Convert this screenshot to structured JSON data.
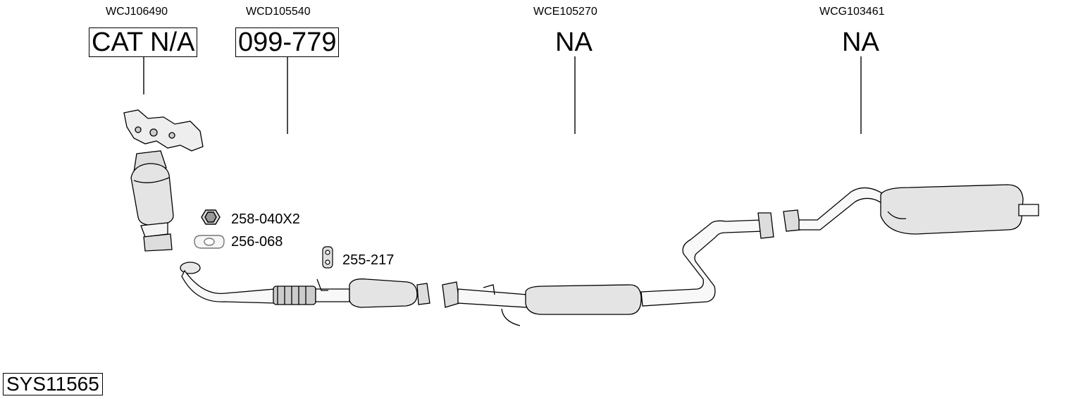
{
  "part_numbers": {
    "p1": "WCJ106490",
    "p2": "WCD105540",
    "p3": "WCE105270",
    "p4": "WCG103461"
  },
  "labels": {
    "l1": "CAT N/A",
    "l2": "099-779",
    "l3": "NA",
    "l4": "NA"
  },
  "hardware": {
    "nut": "258-040X2",
    "gasket": "256-068",
    "mount": "255-217"
  },
  "system_id": "SYS11565"
}
